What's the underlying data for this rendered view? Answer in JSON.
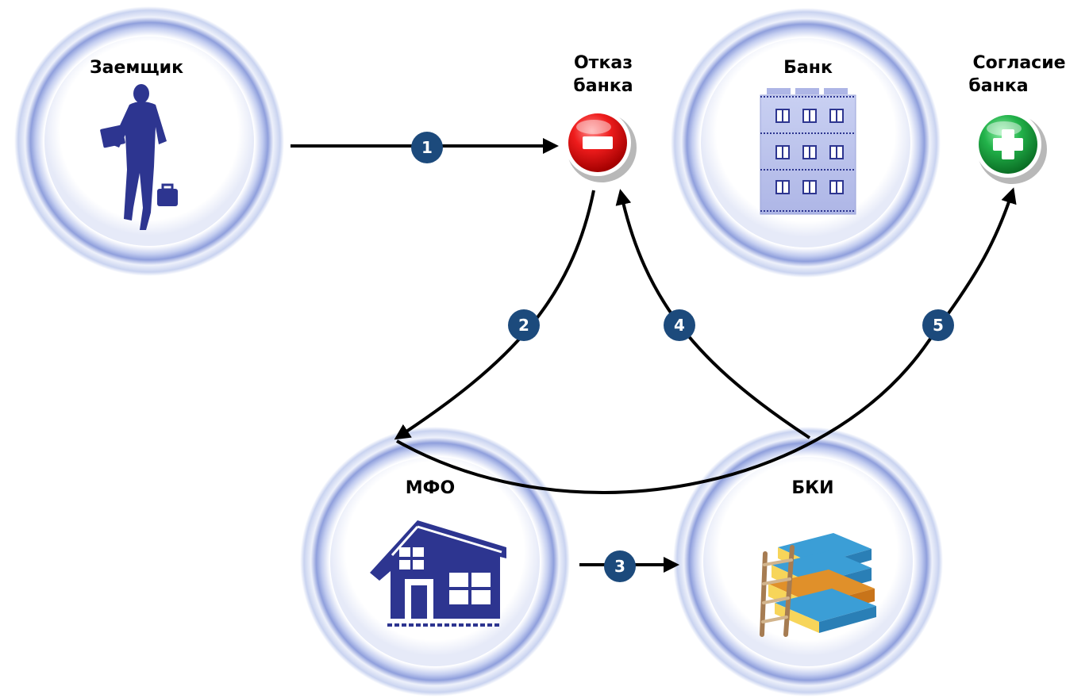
{
  "nodes": {
    "borrower": {
      "label": "Заемщик",
      "icon": "businessman-silhouette-icon"
    },
    "mfo": {
      "label": "МФО",
      "icon": "house-icon"
    },
    "bki": {
      "label": "БКИ",
      "icon": "books-with-ladder-icon"
    },
    "bank": {
      "label": "Банк",
      "icon": "bank-building-icon"
    },
    "refusal": {
      "label_line1": "Отказ",
      "label_line2": "банка",
      "icon": "minus-circle-icon",
      "color": "#e01e1e"
    },
    "approval": {
      "label_line1": "Согласие",
      "label_line2": "банка",
      "icon": "plus-circle-icon",
      "color": "#1faa3f"
    }
  },
  "steps": [
    "1",
    "2",
    "3",
    "4",
    "5"
  ],
  "colors": {
    "accent": "#1c4a7c",
    "ring": "#a9b8e6",
    "figure": "#2d3590"
  }
}
